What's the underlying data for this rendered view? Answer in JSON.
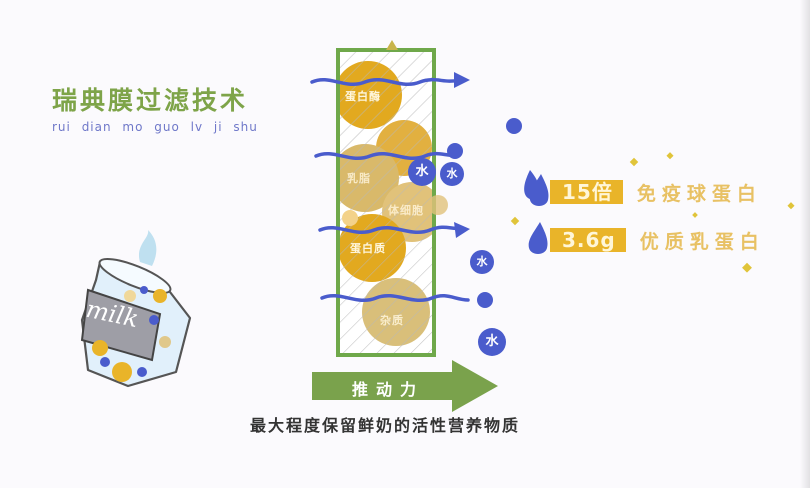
{
  "title": {
    "text": "瑞典膜过滤技术",
    "pinyin": "rui dian mo guo lv ji shu"
  },
  "membrane": {
    "circle_labels": [
      "蛋白酶",
      "乳脂",
      "体细胞",
      "蛋白质",
      "杂质"
    ],
    "water_label": "水"
  },
  "force_arrow": {
    "label": "推动力"
  },
  "caption": "最大程度保留鲜奶的活性营养物质",
  "stats": [
    {
      "value": "15倍",
      "label": "免疫球蛋白"
    },
    {
      "value": "3.6g",
      "label": "优质乳蛋白"
    }
  ],
  "milk_jar": {
    "label": "milk"
  },
  "colors": {
    "green": "#7ea449",
    "membrane_border": "#6fa84a",
    "blue": "#4a5ccc",
    "yellow": "#e9b429",
    "tan": "#d9b96a",
    "background": "#fbfafd"
  }
}
